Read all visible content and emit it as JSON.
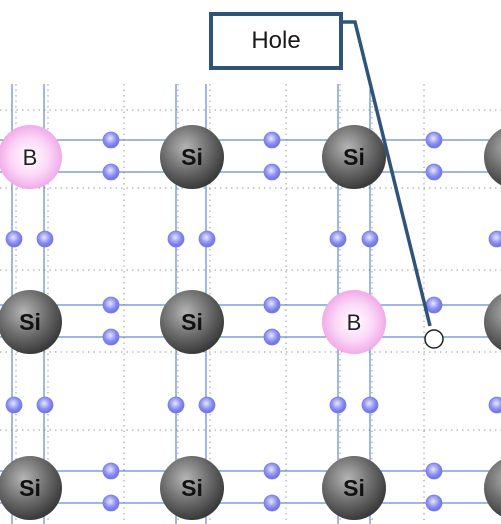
{
  "callout": {
    "label": "Hole"
  },
  "atoms": [
    {
      "symbol": "B",
      "kind": "boron",
      "row": 0,
      "col": 0
    },
    {
      "symbol": "Si",
      "kind": "silicon",
      "row": 0,
      "col": 1
    },
    {
      "symbol": "Si",
      "kind": "silicon",
      "row": 0,
      "col": 2
    },
    {
      "symbol": "",
      "kind": "silicon",
      "row": 0,
      "col": 3
    },
    {
      "symbol": "Si",
      "kind": "silicon",
      "row": 1,
      "col": 0
    },
    {
      "symbol": "Si",
      "kind": "silicon",
      "row": 1,
      "col": 1
    },
    {
      "symbol": "B",
      "kind": "boron",
      "row": 1,
      "col": 2
    },
    {
      "symbol": "",
      "kind": "silicon",
      "row": 1,
      "col": 3
    },
    {
      "symbol": "Si",
      "kind": "silicon",
      "row": 2,
      "col": 0
    },
    {
      "symbol": "Si",
      "kind": "silicon",
      "row": 2,
      "col": 1
    },
    {
      "symbol": "Si",
      "kind": "silicon",
      "row": 2,
      "col": 2
    },
    {
      "symbol": "",
      "kind": "silicon",
      "row": 2,
      "col": 3
    }
  ],
  "colors": {
    "silicon": "#6e6e6e",
    "boron": "#f6b3ef",
    "electron": "#8a8ff0",
    "bond": "#3c6fc9",
    "callout": "#2f5479",
    "grid": "#9a9a9a"
  }
}
